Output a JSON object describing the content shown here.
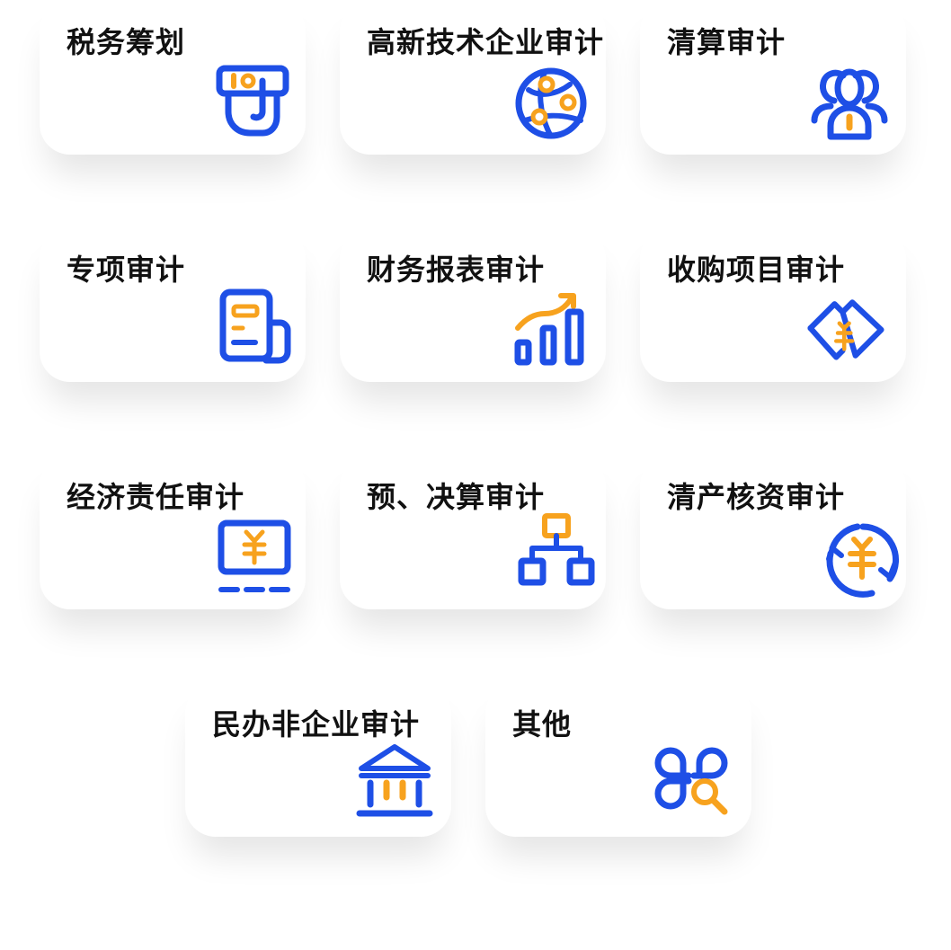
{
  "accent_colors": {
    "primary": "#1E4FE6",
    "secondary": "#F7A21E"
  },
  "services": [
    {
      "label": "税务筹划",
      "icon": "tax-plan-icon"
    },
    {
      "label": "高新技术企业审计",
      "icon": "globe-network-icon"
    },
    {
      "label": "清算审计",
      "icon": "people-group-icon"
    },
    {
      "label": "专项审计",
      "icon": "document-icon"
    },
    {
      "label": "财务报表审计",
      "icon": "bar-chart-trend-icon"
    },
    {
      "label": "收购项目审计",
      "icon": "handshake-yuan-icon"
    },
    {
      "label": "经济责任审计",
      "icon": "monitor-yuan-icon"
    },
    {
      "label": "预、决算审计",
      "icon": "org-chart-icon"
    },
    {
      "label": "清产核资审计",
      "icon": "cycle-yuan-icon"
    },
    {
      "label": "民办非企业审计",
      "icon": "bank-building-icon"
    },
    {
      "label": "其他",
      "icon": "apps-search-icon"
    }
  ]
}
